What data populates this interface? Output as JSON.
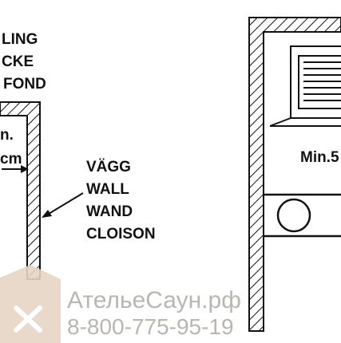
{
  "ceiling_labels": [
    "LING",
    "CKE",
    "FOND"
  ],
  "clearance_labels": [
    "n.",
    "cm"
  ],
  "wall_labels": [
    "VÄGG",
    "WALL",
    "WAND",
    "CLOISON"
  ],
  "right_label": "Min.5",
  "watermark": {
    "site": "АтельеСаун.рф",
    "phone": "8-800-775-95-19",
    "text_color": "#b9b6b2",
    "logo_color": "#e3d2c3"
  },
  "ink_color": "#111111"
}
